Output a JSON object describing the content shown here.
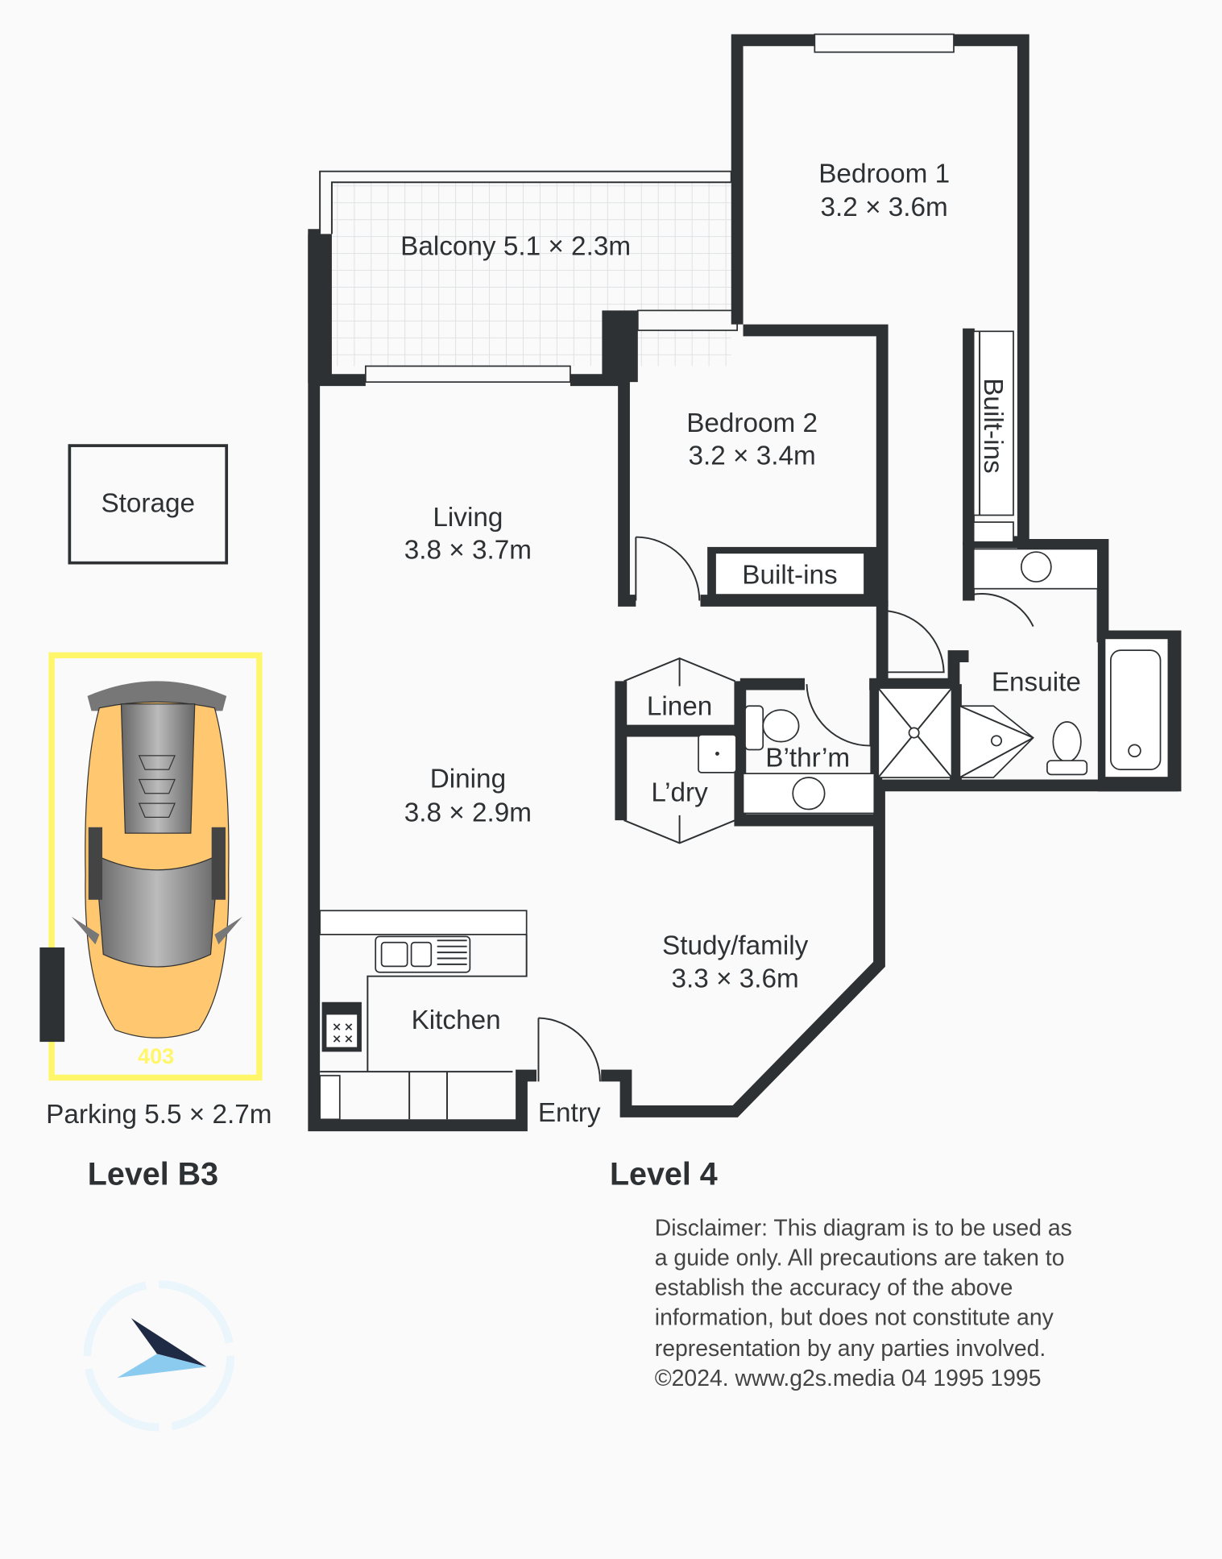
{
  "rooms": {
    "bedroom1": {
      "name": "Bedroom 1",
      "size": "3.2 × 3.6m"
    },
    "balcony": {
      "name": "Balcony 5.1 × 2.3m"
    },
    "bedroom2": {
      "name": "Bedroom 2",
      "size": "3.2 × 3.4m"
    },
    "builtins1": "Built-ins",
    "builtins2": "Built-ins",
    "living": {
      "name": "Living",
      "size": "3.8 × 3.7m"
    },
    "dining": {
      "name": "Dining",
      "size": "3.8 × 2.9m"
    },
    "linen": "Linen",
    "laundry": "L’dry",
    "bathroom": "B’thr’m",
    "ensuite": "Ensuite",
    "study": {
      "name": "Study/family",
      "size": "3.3 × 3.6m"
    },
    "kitchen": "Kitchen",
    "entry": "Entry",
    "storage": "Storage",
    "parking": "Parking 5.5 × 2.7m",
    "parking_number": "403"
  },
  "levels": {
    "basement": "Level B3",
    "main": "Level 4"
  },
  "disclaimer": [
    "Disclaimer: This diagram is to be used as",
    "a guide only. All precautions are taken to",
    "establish the accuracy of the above",
    "information, but does not constitute any",
    "representation by any parties involved.",
    "©2024. www.g2s.media 04 1995 1995"
  ],
  "colors": {
    "wall": "#2e3133",
    "parking_outline": "#fff66a",
    "car": "#ffc870",
    "compass": "#8ccbf0"
  }
}
